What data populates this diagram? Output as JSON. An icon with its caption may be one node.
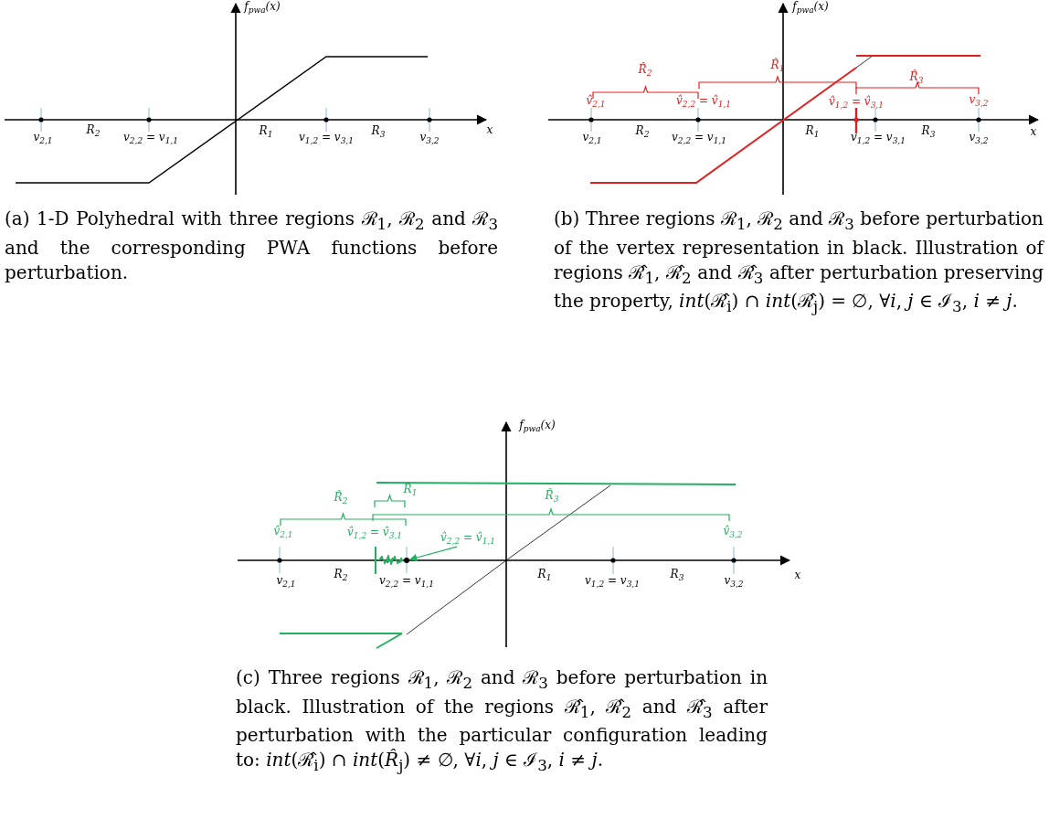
{
  "diagram": {
    "nodes": [
      {
        "text": [
          "v̂$_{2,2}$ = v̂$_{1,1}$"
        ]
      },
      {
        "text": [],
        "shape": "circle"
      }
    ],
    "edges": [
      {
        "from": 0,
        "to": 1,
        "arrow": "to"
      }
    ],
    "labels": [
      "f$_{pwa}$(x)",
      "v$_{2,1}$",
      "R$_{2}$",
      "v$_{2,2}$ = v$_{1,1}$",
      "R$_{1}$",
      "v$_{1,2}$ = v$_{3,1}$",
      "R$_{3}$",
      "v$_{3,2}$",
      "x",
      "(a) 1-D Polyhedral with three regions ℛ$_{1}$, ℛ$_{2}$ and ℛ$_{3}$ and the corresponding PWA functions before perturbation.",
      "f$_{pwa}$(x)",
      "R̂$_{1}$",
      "R̂$_{2}$",
      "R̂$_{3}$",
      "v̂$_{2,1}$",
      "v̂$_{2,2}$ = v̂$_{1,1}$",
      "v̂$_{1,2}$ = v̂$_{3,1}$",
      "v$_{3,2}$",
      "v$_{2,1}$",
      "R$_{2}$",
      "v$_{2,2}$ = v$_{1,1}$",
      "R$_{1}$",
      "v$_{1,2}$ = v$_{3,1}$",
      "R$_{3}$",
      "v$_{3,2}$",
      "x",
      "(b) Three regions ℛ$_{1}$, ℛ$_{2}$ and ℛ$_{3}$ before perturbation of the vertex representation in black. Illustration of regions ℛ̂$_{1}$, ℛ̂$_{2}$ and ℛ̂$_{3}$ after perturbation preserving the property, *int*(ℛ̂$_{i}$) ∩ *int*(ℛ̂$_{j}$) = ∅, ∀*i*, *j* ∈ ℐ$_{3}$, *i* ≠ *j*.",
      "f$_{pwa}$(x)",
      "R̂$_{1}$",
      "R̂$_{3}$",
      "R̂$_{2}$",
      "v̂$_{2,1}$",
      "v̂$_{1,2}$ = v̂$_{3,1}$",
      "v̂$_{3,2}$",
      "v$_{2,1}$",
      "R$_{2}$",
      "v$_{2,2}$ = v$_{1,1}$",
      "R$_{1}$",
      "v$_{1,2}$ = v$_{3,1}$",
      "R$_{3}$",
      "v$_{3,2}$",
      "x",
      "(c) Three regions ℛ$_{1}$, ℛ$_{2}$ and ℛ$_{3}$ before perturbation in black. Illustration of the regions ℛ̂$_{1}$, ℛ̂$_{2}$ and ℛ̂$_{3}$ after perturbation with the particular configuration leading to: *int*(ℛ̂$_{i}$) ∩ *int*(*R̂*$_{j}$) ≠ ∅, ∀*i*, *j* ∈ ℐ$_{3}$, *i* ≠ *j*."
    ]
  }
}
